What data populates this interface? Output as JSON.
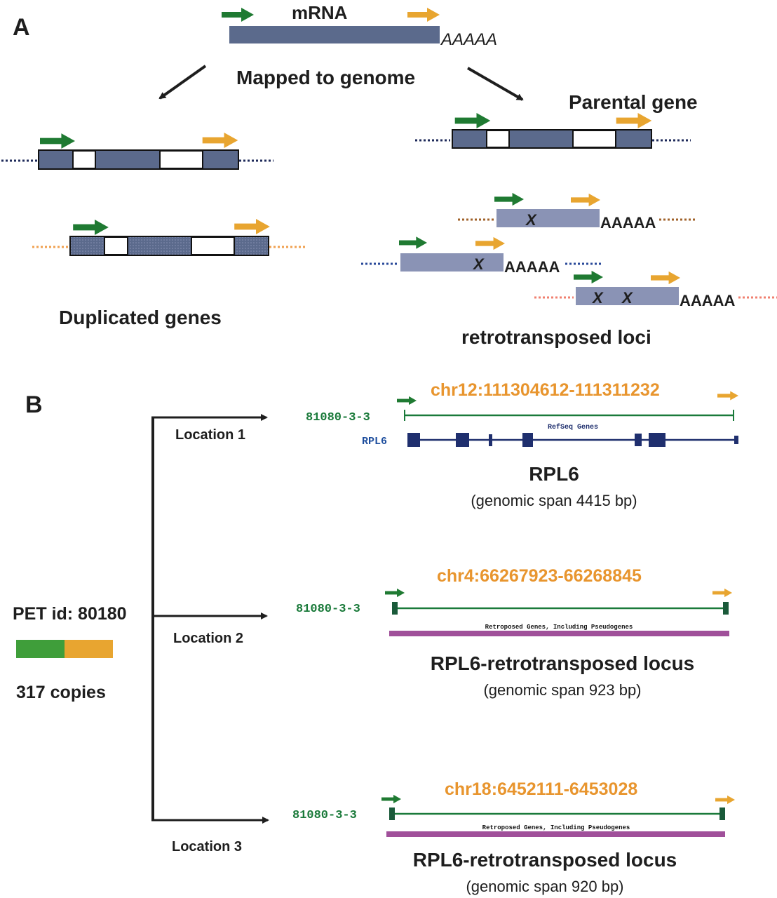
{
  "colors": {
    "exon": "#5b6a8c",
    "retro_body": "#8a93b5",
    "green": "#1f7a32",
    "orange": "#e8a530",
    "pet_green": "#3f9e3a",
    "pet_orange": "#e8a530",
    "track_green": "#1a7a3a",
    "refseq_blue": "#1f2f6e",
    "retro_track": "#a0509a",
    "coord_orange": "#e8952e"
  },
  "panel_a": {
    "label": "A",
    "mrna_label": "mRNA",
    "polya": "AAAAA",
    "mapped_label": "Mapped to genome",
    "parental_label": "Parental gene",
    "duplicated_label": "Duplicated genes",
    "retro_label": "retrotransposed loci",
    "retro_polya": [
      "AAAAA",
      "AAAAA",
      "AAAAA"
    ],
    "mutation_mark": "X"
  },
  "panel_b": {
    "label": "B",
    "pet_id": "PET id: 80180",
    "copies": "317 copies",
    "locations": [
      {
        "name": "Location 1",
        "coord": "chr12:111304612-111311232",
        "track_id": "81080-3-3",
        "track_label": "RefSeq Genes",
        "gene_label": "RPL6",
        "title": "RPL6",
        "span": "(genomic span 4415 bp)"
      },
      {
        "name": "Location 2",
        "coord": "chr4:66267923-66268845",
        "track_id": "81080-3-3",
        "track_label": "Retroposed Genes, Including Pseudogenes",
        "title": "RPL6-retrotransposed locus",
        "span": "(genomic span 923 bp)"
      },
      {
        "name": "Location 3",
        "coord": "chr18:6452111-6453028",
        "track_id": "81080-3-3",
        "track_label": "Retroposed Genes, Including Pseudogenes",
        "title": "RPL6-retrotransposed locus",
        "span": "(genomic span 920 bp)"
      }
    ]
  }
}
